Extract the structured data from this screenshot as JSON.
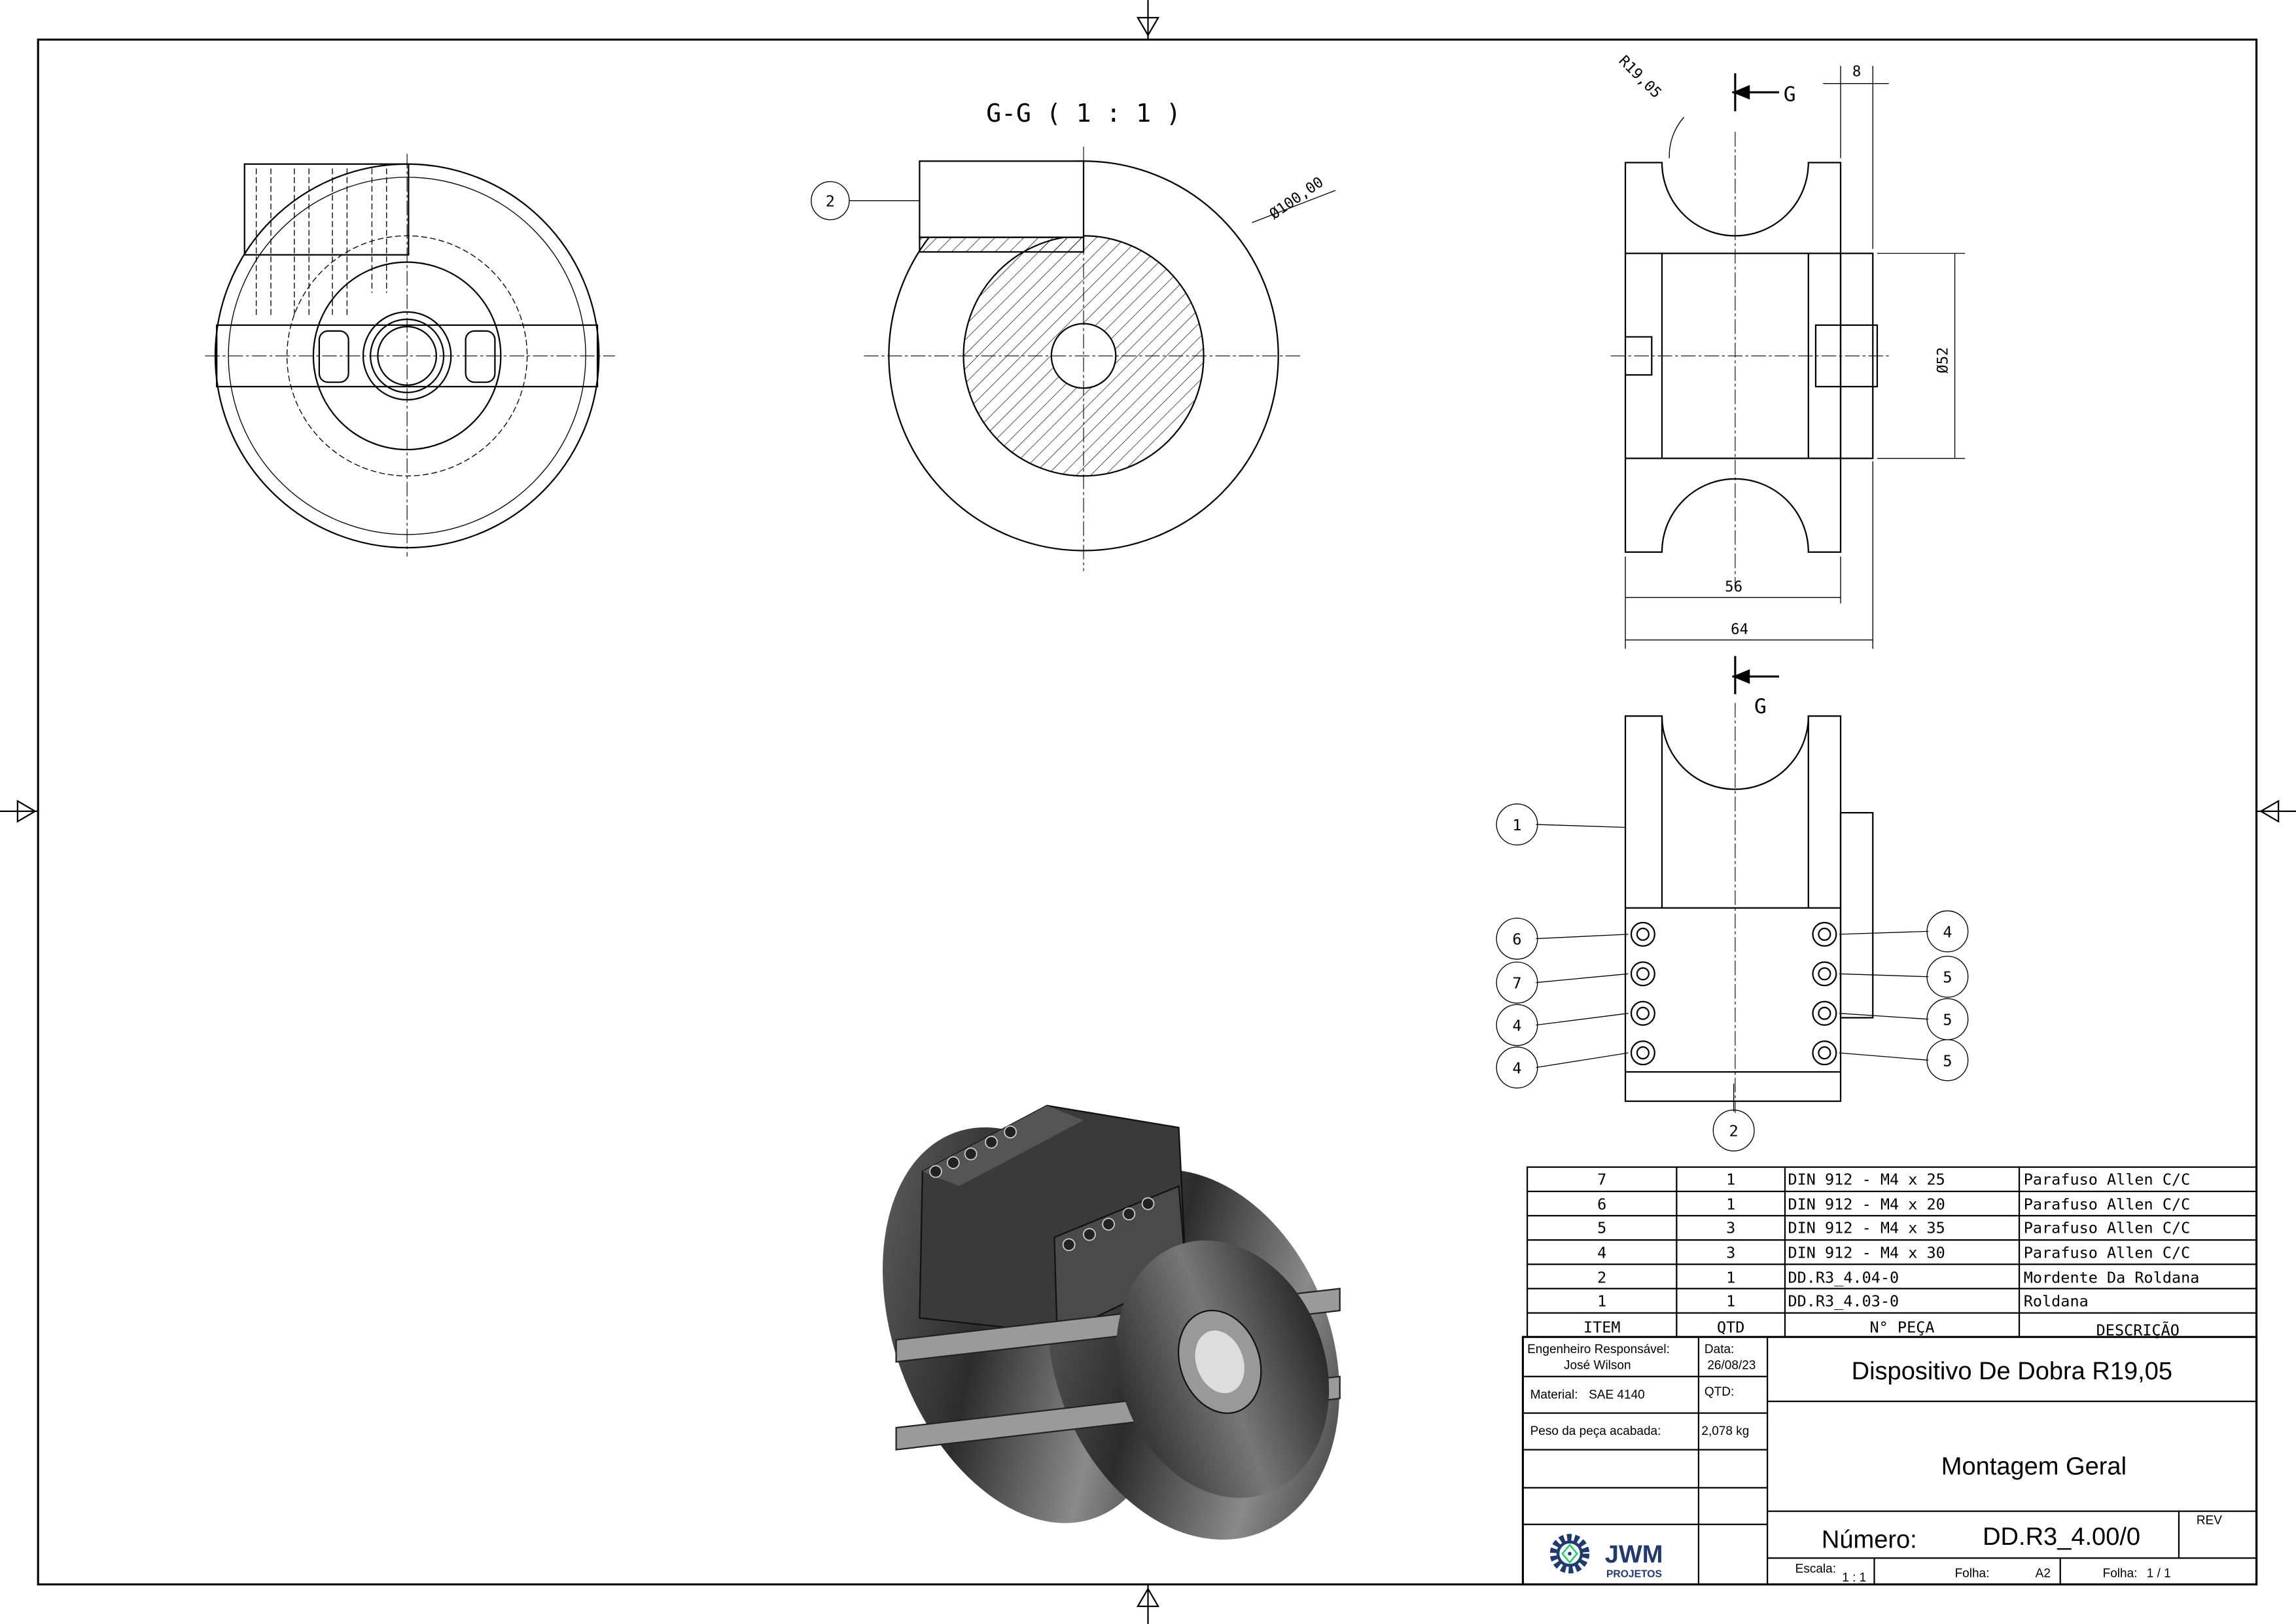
{
  "views": {
    "section_label": "G-G ( 1 : 1 )",
    "section_marker_top": "G",
    "section_marker_bottom": "G",
    "dim_diameter_100": "Ø100,00",
    "dim_radius": "R19,05",
    "dim_8": "8",
    "dim_diameter_52": "Ø52",
    "dim_56": "56",
    "dim_64": "64"
  },
  "balloons": {
    "section_part": "2",
    "front": [
      {
        "label": "1"
      },
      {
        "label": "6"
      },
      {
        "label": "7"
      },
      {
        "label": "4"
      },
      {
        "label": "4"
      },
      {
        "label": "4"
      },
      {
        "label": "5"
      },
      {
        "label": "5"
      },
      {
        "label": "5"
      },
      {
        "label": "2"
      }
    ]
  },
  "bom": {
    "headers": [
      "ITEM",
      "QTD",
      "N° PEÇA",
      "DESCRIÇÃO"
    ],
    "rows": [
      [
        "7",
        "1",
        "DIN 912 - M4 x 25",
        "Parafuso Allen C/C"
      ],
      [
        "6",
        "1",
        "DIN 912 - M4 x 20",
        "Parafuso Allen C/C"
      ],
      [
        "5",
        "3",
        "DIN 912 - M4 x 35",
        "Parafuso Allen C/C"
      ],
      [
        "4",
        "3",
        "DIN 912 - M4 x 30",
        "Parafuso Allen C/C"
      ],
      [
        "2",
        "1",
        "DD.R3_4.04-0",
        "Mordente Da Roldana"
      ],
      [
        "1",
        "1",
        "DD.R3_4.03-0",
        "Roldana"
      ]
    ]
  },
  "title_block": {
    "engineer_label": "Engenheiro Responsável:",
    "engineer": "José Wilson",
    "date_label": "Data:",
    "date": "26/08/23",
    "material_label": "Material:",
    "material": "SAE 4140",
    "qtd_label": "QTD:",
    "weight_label": "Peso da peça acabada:",
    "weight": "2,078 kg",
    "title": "Dispositivo De Dobra R19,05",
    "subtitle": "Montagem Geral",
    "number_label": "Número:",
    "number": "DD.R3_4.00/0",
    "rev_label": "REV",
    "scale_label": "Escala:",
    "scale": "1 : 1",
    "sheet_size_label": "Folha:",
    "sheet_size": "A2",
    "sheet_label": "Folha:",
    "sheet": "1 / 1",
    "logo_text": "JWM",
    "logo_sub": "PROJETOS",
    "logo_colors": {
      "gear": "#1f3a6b",
      "accent": "#2ecc71"
    }
  }
}
